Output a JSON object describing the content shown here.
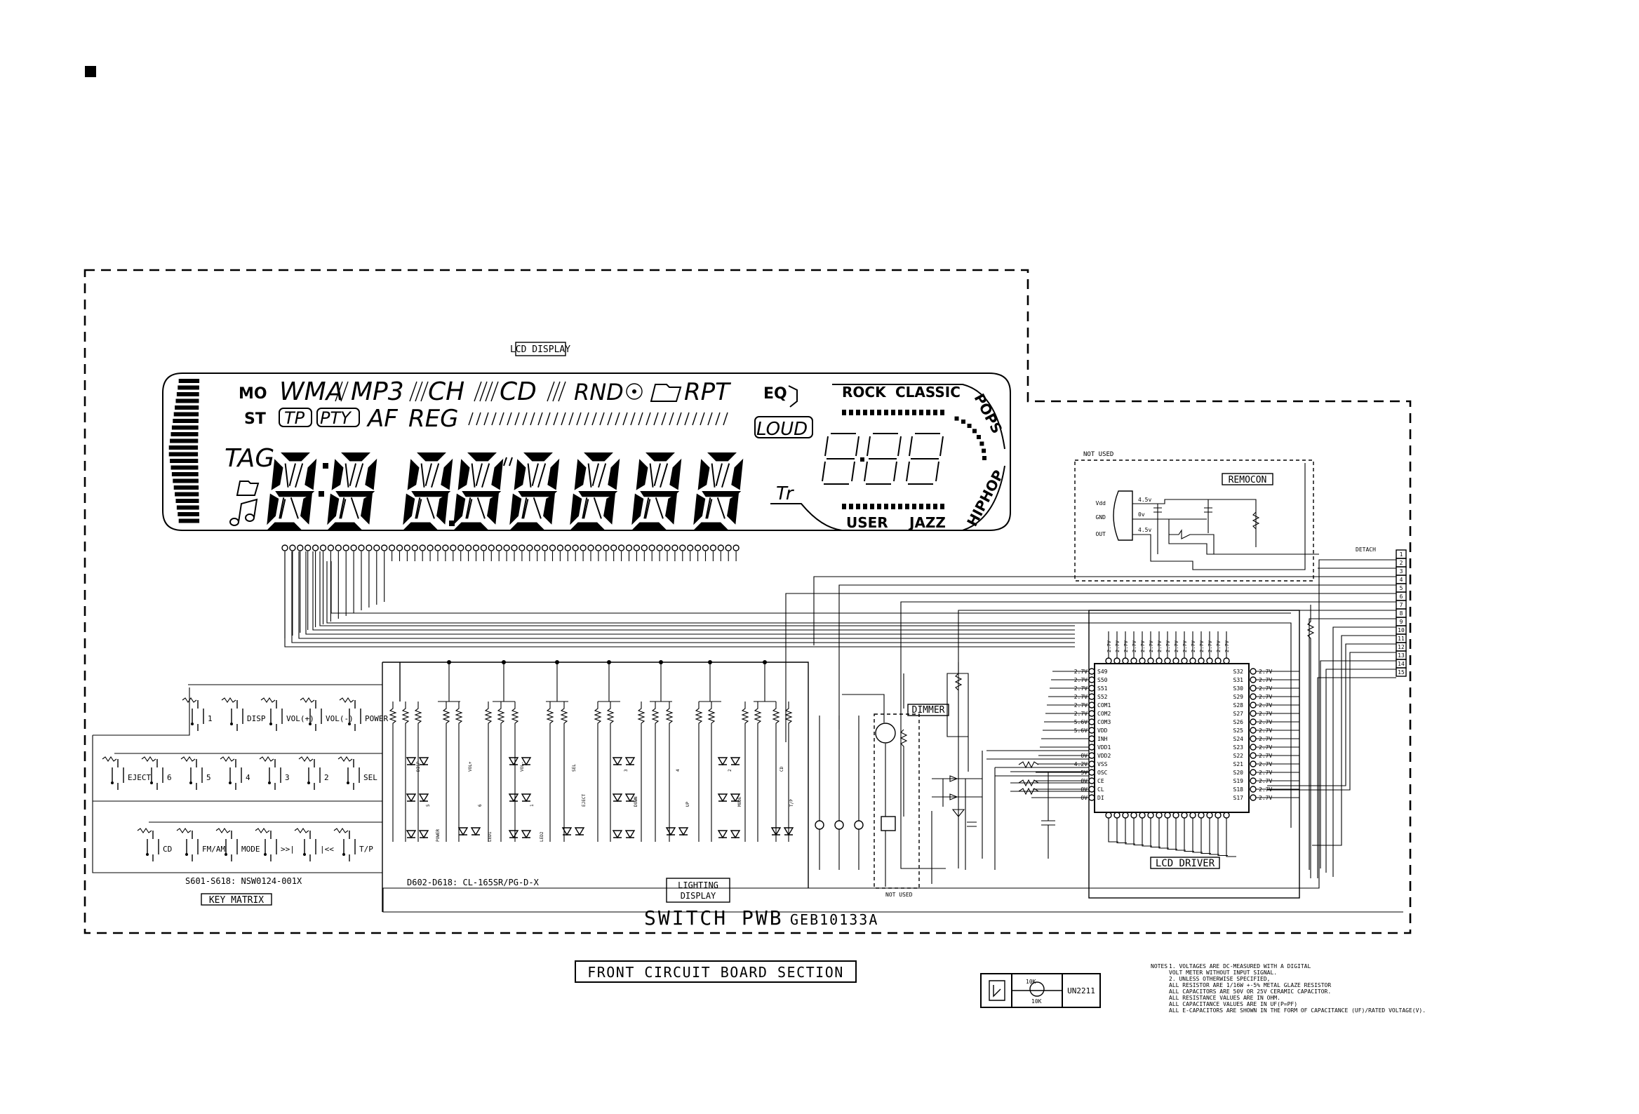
{
  "lcd": {
    "section_label": "LCD DISPLAY",
    "ind_mo": "MO",
    "ind_st": "ST",
    "ind_wma": "WMA",
    "ind_mp3": "MP3",
    "ind_ch": "CH",
    "ind_cd": "CD",
    "ind_rnd": "RND",
    "ind_rpt": "RPT",
    "ind_tp": "TP",
    "ind_pty": "PTY",
    "ind_af": "AF",
    "ind_reg": "REG",
    "ind_tag": "TAG",
    "ind_eq": "EQ",
    "ind_loud": "LOUD",
    "ind_tr": "Tr",
    "ind_rock": "ROCK",
    "ind_classic": "CLASSIC",
    "ind_pops": "POPS",
    "ind_user": "USER",
    "ind_jazz": "JAZZ",
    "ind_hiphop": "HIPHOP"
  },
  "remocon": {
    "label": "REMOCON",
    "not_used": "NOT USED",
    "pin_vdd": "Vdd",
    "pin_gnd": "GND",
    "pin_out": "OUT",
    "volt_vdd": "4.5v",
    "volt_gnd": "0v",
    "volt_out": "4.5v",
    "detach": "DETACH",
    "connector_pins": [
      "1",
      "2",
      "3",
      "4",
      "5",
      "6",
      "7",
      "8",
      "9",
      "10",
      "11",
      "12",
      "13",
      "14",
      "15"
    ]
  },
  "lcd_driver": {
    "label": "LCD DRIVER",
    "left_pins": [
      "S49",
      "S50",
      "S51",
      "S52",
      "COM1",
      "COM2",
      "COM3",
      "VDD",
      "INH",
      "VDD1",
      "VDD2",
      "VSS",
      "OSC",
      "CE",
      "CL",
      "DI"
    ],
    "left_volts": [
      "2.7V",
      "2.7V",
      "2.7V",
      "2.7V",
      "2.7V",
      "2.7V",
      "5.6V",
      "5.6V",
      "",
      "",
      "0V",
      "4.2V",
      "5V",
      "0V",
      "0V",
      "0V"
    ],
    "right_pins": [
      "S32",
      "S31",
      "S30",
      "S29",
      "S28",
      "S27",
      "S26",
      "S25",
      "S24",
      "S23",
      "S22",
      "S21",
      "S20",
      "S19",
      "S18",
      "S17"
    ]
  },
  "key_matrix": {
    "row1": [
      "1",
      "DISP",
      "VOL(+)",
      "VOL(-)",
      "POWER"
    ],
    "row2": [
      "EJECT",
      "6",
      "5",
      "4",
      "3",
      "2",
      "SEL"
    ],
    "row3": [
      "CD",
      "FM/AM",
      "MODE",
      ">>|",
      "|<<",
      "T/P"
    ],
    "part_note": "S601-S618: NSW0124-001X",
    "label": "KEY MATRIX"
  },
  "lighting": {
    "part_note": "D602-D618: CL-165SR/PG-D-X",
    "label_line1": "LIGHTING",
    "label_line2": "DISPLAY",
    "led_labels": [
      "DISP",
      "VOL+",
      "VOL-",
      "SEL",
      "3",
      "4",
      "2",
      "CD",
      "5",
      "6",
      "1",
      "EJECT",
      "DOWN",
      "UP",
      "MODE",
      "T/P",
      "POWER",
      "LED1",
      "LED2"
    ]
  },
  "dimmer": {
    "label": "DIMMER",
    "not_used": "NOT USED"
  },
  "board": {
    "title": "SWITCH PWB",
    "part_number": "GEB10133A",
    "section_title": "FRONT CIRCUIT BOARD SECTION"
  },
  "legend": {
    "resistor_top": "10K",
    "resistor_bottom": "10K",
    "part": "UN2211"
  },
  "notes": {
    "heading": "NOTES",
    "lines": [
      "1. VOLTAGES ARE DC-MEASURED WITH A DIGITAL",
      "   VOLT METER WITHOUT INPUT SIGNAL.",
      "2. UNLESS OTHERWISE SPECIFIED,",
      "   ALL RESISTOR ARE 1/16W +-5% METAL GLAZE RESISTOR",
      "   ALL CAPACITORS ARE 50V OR 25V CERAMIC CAPACITOR.",
      "   ALL RESISTANCE VALUES ARE IN OHM.",
      "   ALL CAPACITANCE VALUES ARE IN UF(P=PF)",
      "   ALL E-CAPACITORS ARE SHOWN IN THE FORM OF CAPACITANCE (UF)/RATED VOLTAGE(V)."
    ]
  }
}
